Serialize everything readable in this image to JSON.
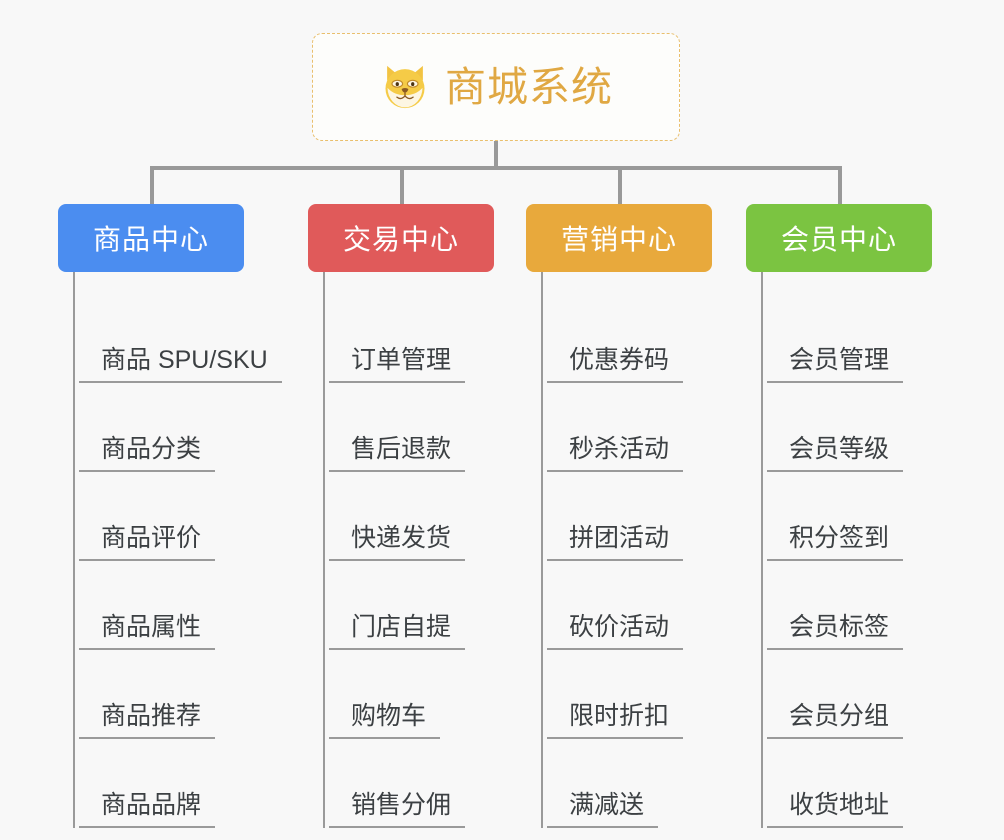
{
  "diagram": {
    "type": "mindmap",
    "background_color": "#f8f8f8",
    "connector_color": "#999999",
    "root": {
      "title": "商城系统",
      "icon": "shiba-dog-icon",
      "title_color": "#e0a843",
      "border_color": "#e9bf6d",
      "border_style": "dashed"
    },
    "branches": [
      {
        "label": "商品中心",
        "color": "#4b8df0",
        "items": [
          "商品 SPU/SKU",
          "商品分类",
          "商品评价",
          "商品属性",
          "商品推荐",
          "商品品牌"
        ]
      },
      {
        "label": "交易中心",
        "color": "#e05a5a",
        "items": [
          "订单管理",
          "售后退款",
          "快递发货",
          "门店自提",
          "购物车",
          "销售分佣"
        ]
      },
      {
        "label": "营销中心",
        "color": "#e8a93c",
        "items": [
          "优惠券码",
          "秒杀活动",
          "拼团活动",
          "砍价活动",
          "限时折扣",
          "满减送"
        ]
      },
      {
        "label": "会员中心",
        "color": "#7bc441",
        "items": [
          "会员管理",
          "会员等级",
          "积分签到",
          "会员标签",
          "会员分组",
          "收货地址"
        ]
      }
    ]
  }
}
